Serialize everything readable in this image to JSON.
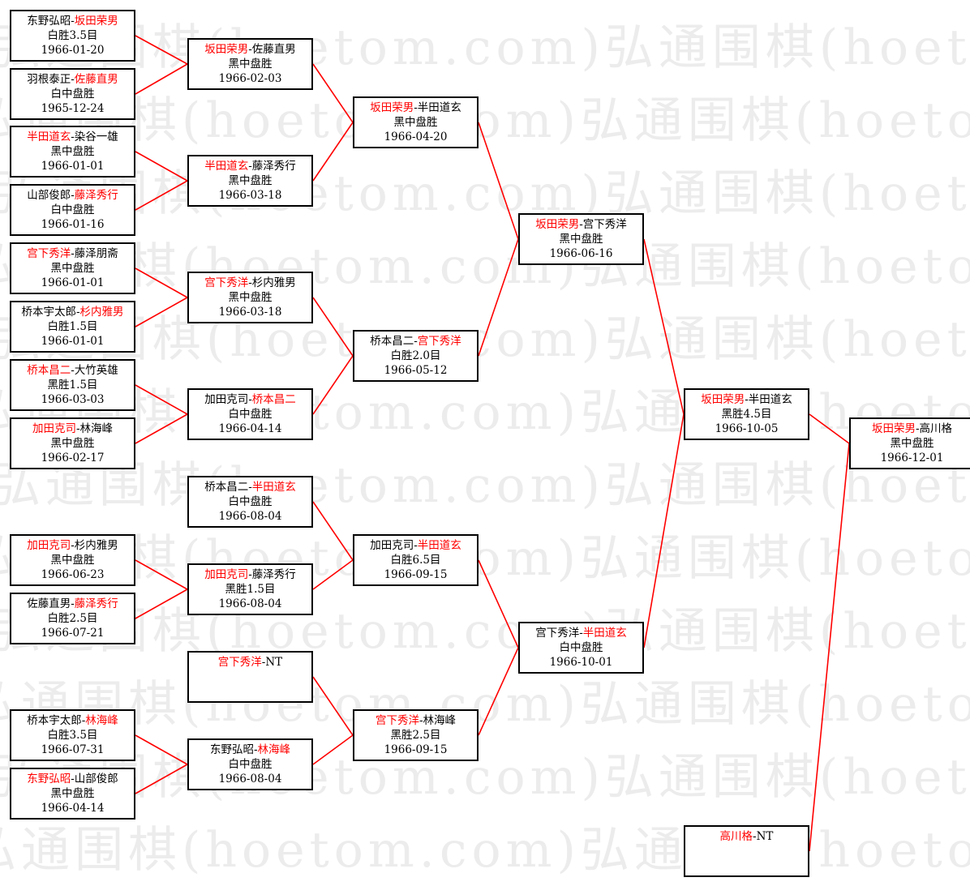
{
  "watermark": "弘通围棋(hoetom.com)",
  "colors": {
    "winner": "#ff0000",
    "line": "#ff0000",
    "border": "#000000"
  },
  "matches": [
    {
      "id": "r1m1",
      "p1": "东野弘昭",
      "p2": "坂田荣男",
      "winner": 2,
      "result": "白胜3.5目",
      "date": "1966-01-20"
    },
    {
      "id": "r1m2",
      "p1": "羽根泰正",
      "p2": "佐藤直男",
      "winner": 2,
      "result": "白中盘胜",
      "date": "1965-12-24"
    },
    {
      "id": "r1m3",
      "p1": "半田道玄",
      "p2": "染谷一雄",
      "winner": 1,
      "result": "黑中盘胜",
      "date": "1966-01-01"
    },
    {
      "id": "r1m4",
      "p1": "山部俊郎",
      "p2": "藤泽秀行",
      "winner": 2,
      "result": "白中盘胜",
      "date": "1966-01-16"
    },
    {
      "id": "r1m5",
      "p1": "宫下秀洋",
      "p2": "藤泽朋斋",
      "winner": 1,
      "result": "黑中盘胜",
      "date": "1966-01-01"
    },
    {
      "id": "r1m6",
      "p1": "桥本宇太郎",
      "p2": "杉内雅男",
      "winner": 2,
      "result": "白胜1.5目",
      "date": "1966-01-01"
    },
    {
      "id": "r1m7",
      "p1": "桥本昌二",
      "p2": "大竹英雄",
      "winner": 1,
      "result": "黑胜1.5目",
      "date": "1966-03-03"
    },
    {
      "id": "r1m8",
      "p1": "加田克司",
      "p2": "林海峰",
      "winner": 1,
      "result": "黑中盘胜",
      "date": "1966-02-17"
    },
    {
      "id": "r1m9",
      "p1": "加田克司",
      "p2": "杉内雅男",
      "winner": 1,
      "result": "黑中盘胜",
      "date": "1966-06-23"
    },
    {
      "id": "r1m10",
      "p1": "佐藤直男",
      "p2": "藤泽秀行",
      "winner": 2,
      "result": "白胜2.5目",
      "date": "1966-07-21"
    },
    {
      "id": "r1m11",
      "p1": "桥本宇太郎",
      "p2": "林海峰",
      "winner": 2,
      "result": "白胜3.5目",
      "date": "1966-07-31"
    },
    {
      "id": "r1m12",
      "p1": "东野弘昭",
      "p2": "山部俊郎",
      "winner": 1,
      "result": "黑中盘胜",
      "date": "1966-04-14"
    },
    {
      "id": "r2m1",
      "p1": "坂田荣男",
      "p2": "佐藤直男",
      "winner": 1,
      "result": "黑中盘胜",
      "date": "1966-02-03"
    },
    {
      "id": "r2m2",
      "p1": "半田道玄",
      "p2": "藤泽秀行",
      "winner": 1,
      "result": "黑中盘胜",
      "date": "1966-03-18"
    },
    {
      "id": "r2m3",
      "p1": "宫下秀洋",
      "p2": "杉内雅男",
      "winner": 1,
      "result": "黑中盘胜",
      "date": "1966-03-18"
    },
    {
      "id": "r2m4",
      "p1": "加田克司",
      "p2": "桥本昌二",
      "winner": 2,
      "result": "白中盘胜",
      "date": "1966-04-14"
    },
    {
      "id": "r2m5",
      "p1": "桥本昌二",
      "p2": "半田道玄",
      "winner": 2,
      "result": "白中盘胜",
      "date": "1966-08-04"
    },
    {
      "id": "r2m6",
      "p1": "加田克司",
      "p2": "藤泽秀行",
      "winner": 1,
      "result": "黑胜1.5目",
      "date": "1966-08-04"
    },
    {
      "id": "r2m7",
      "p1": "宫下秀洋",
      "p2": "NT",
      "winner": 1,
      "result": "",
      "date": ""
    },
    {
      "id": "r2m8",
      "p1": "东野弘昭",
      "p2": "林海峰",
      "winner": 2,
      "result": "白中盘胜",
      "date": "1966-08-04"
    },
    {
      "id": "r3m1",
      "p1": "坂田荣男",
      "p2": "半田道玄",
      "winner": 1,
      "result": "黑中盘胜",
      "date": "1966-04-20"
    },
    {
      "id": "r3m2",
      "p1": "桥本昌二",
      "p2": "宫下秀洋",
      "winner": 2,
      "result": "白胜2.0目",
      "date": "1966-05-12"
    },
    {
      "id": "r3m3",
      "p1": "加田克司",
      "p2": "半田道玄",
      "winner": 2,
      "result": "白胜6.5目",
      "date": "1966-09-15"
    },
    {
      "id": "r3m4",
      "p1": "宫下秀洋",
      "p2": "林海峰",
      "winner": 1,
      "result": "黑胜2.5目",
      "date": "1966-09-15"
    },
    {
      "id": "r4m1",
      "p1": "坂田荣男",
      "p2": "宫下秀洋",
      "winner": 1,
      "result": "黑中盘胜",
      "date": "1966-06-16"
    },
    {
      "id": "r4m2",
      "p1": "宫下秀洋",
      "p2": "半田道玄",
      "winner": 2,
      "result": "白中盘胜",
      "date": "1966-10-01"
    },
    {
      "id": "r5m1",
      "p1": "坂田荣男",
      "p2": "半田道玄",
      "winner": 1,
      "result": "黑胜4.5目",
      "date": "1966-10-05"
    },
    {
      "id": "r5m2",
      "p1": "高川格",
      "p2": "NT",
      "winner": 1,
      "result": "",
      "date": ""
    },
    {
      "id": "final",
      "p1": "坂田荣男",
      "p2": "高川格",
      "winner": 1,
      "result": "黑中盘胜",
      "date": "1966-12-01"
    }
  ],
  "links": [
    [
      "r1m1",
      "r2m1"
    ],
    [
      "r1m2",
      "r2m1"
    ],
    [
      "r1m3",
      "r2m2"
    ],
    [
      "r1m4",
      "r2m2"
    ],
    [
      "r1m5",
      "r2m3"
    ],
    [
      "r1m6",
      "r2m3"
    ],
    [
      "r1m7",
      "r2m4"
    ],
    [
      "r1m8",
      "r2m4"
    ],
    [
      "r1m9",
      "r2m6"
    ],
    [
      "r1m10",
      "r2m6"
    ],
    [
      "r1m11",
      "r2m8"
    ],
    [
      "r1m12",
      "r2m8"
    ],
    [
      "r2m1",
      "r3m1"
    ],
    [
      "r2m2",
      "r3m1"
    ],
    [
      "r2m3",
      "r3m2"
    ],
    [
      "r2m4",
      "r3m2"
    ],
    [
      "r2m5",
      "r3m3"
    ],
    [
      "r2m6",
      "r3m3"
    ],
    [
      "r2m7",
      "r3m4"
    ],
    [
      "r2m8",
      "r3m4"
    ],
    [
      "r3m1",
      "r4m1"
    ],
    [
      "r3m2",
      "r4m1"
    ],
    [
      "r3m3",
      "r4m2"
    ],
    [
      "r3m4",
      "r4m2"
    ],
    [
      "r4m1",
      "r5m1"
    ],
    [
      "r4m2",
      "r5m1"
    ],
    [
      "r5m1",
      "final"
    ],
    [
      "r5m2",
      "final"
    ]
  ]
}
